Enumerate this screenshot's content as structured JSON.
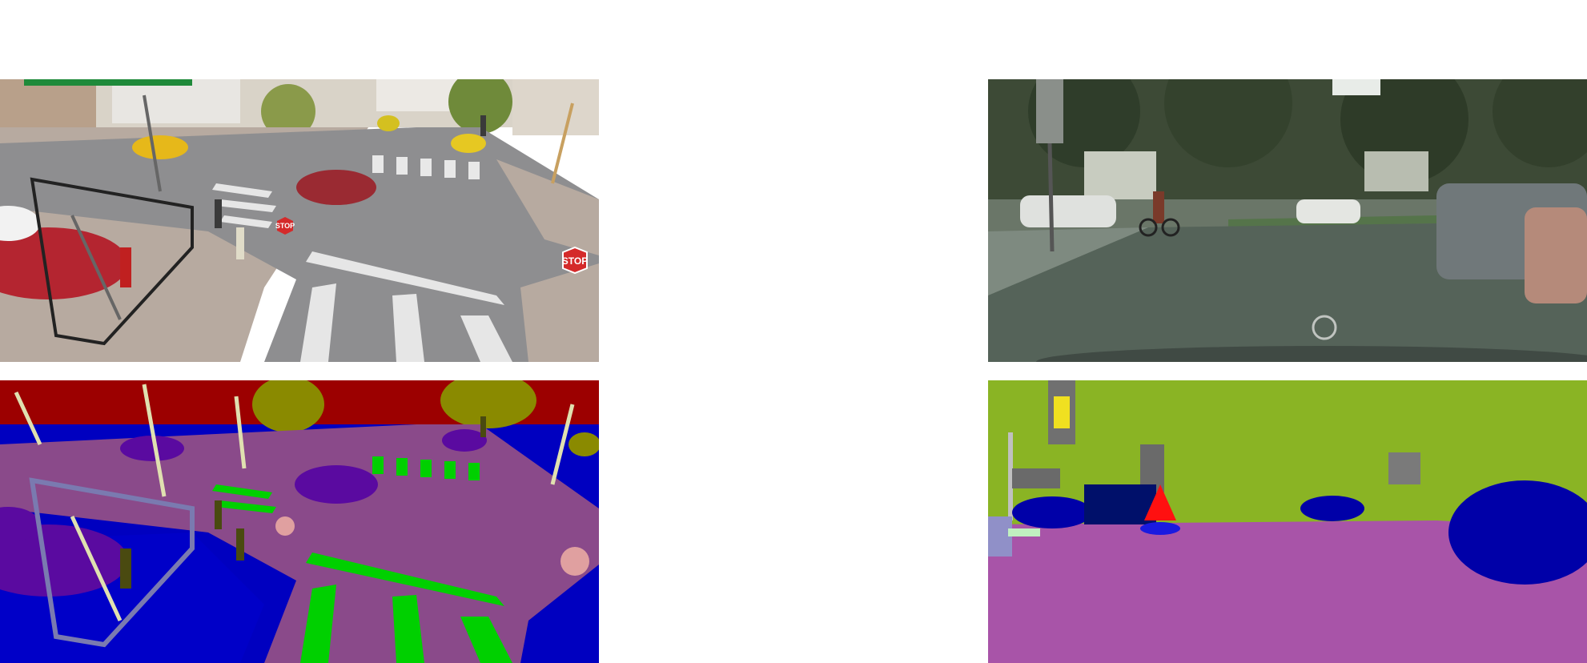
{
  "figure": {
    "panels": [
      {
        "id": "synthetic-rgb",
        "kind": "rendered street scene"
      },
      {
        "id": "real-rgb",
        "kind": "real street photo"
      },
      {
        "id": "synthetic-segmentation",
        "kind": "semantic segmentation map"
      },
      {
        "id": "real-segmentation",
        "kind": "semantic segmentation map"
      }
    ],
    "signs": {
      "stop_small": "STOP",
      "stop_large": "STOP"
    }
  }
}
